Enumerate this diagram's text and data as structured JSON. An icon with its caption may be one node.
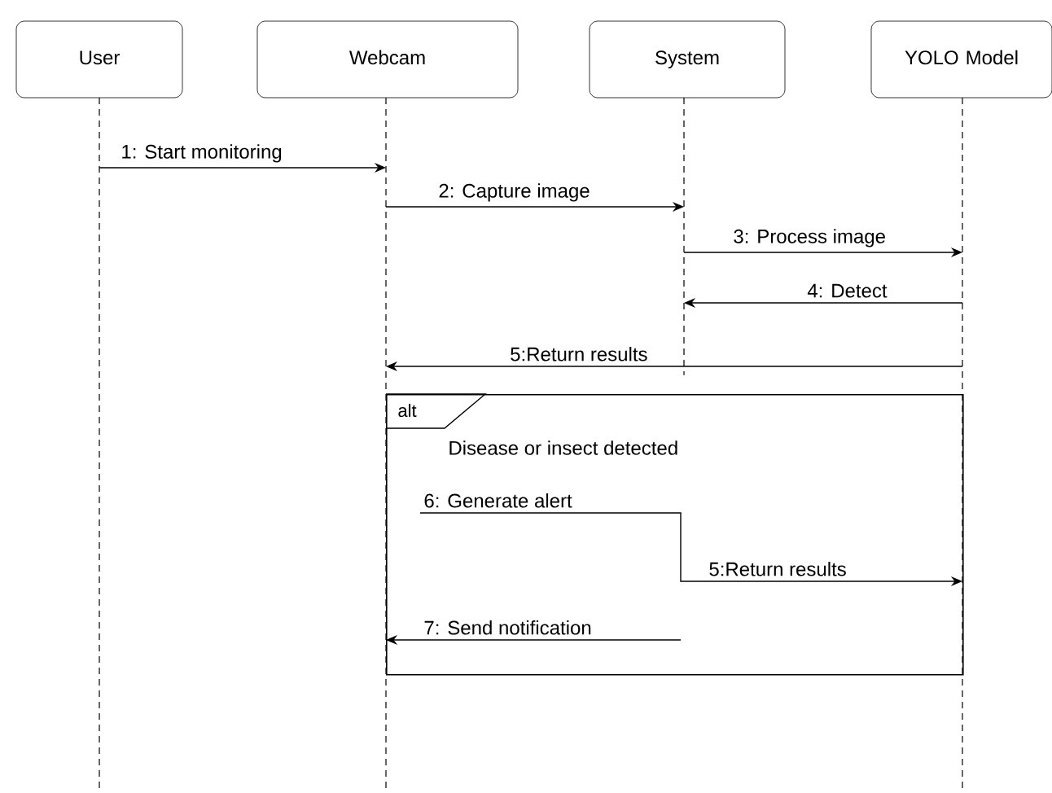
{
  "diagram": {
    "nodes": [
      {
        "text": [
          "User"
        ]
      },
      {
        "text": [
          "Webcam"
        ]
      },
      {
        "text": [
          "System"
        ]
      },
      {
        "text": [
          "YOLO Model"
        ]
      },
      {
        "text": [],
        "shape": "line"
      },
      {
        "text": [],
        "shape": "line"
      },
      {
        "text": [],
        "shape": "line"
      },
      {
        "text": [],
        "shape": "line"
      },
      {
        "text": [
          "alt",
          "Disease or insect detected"
        ]
      }
    ],
    "edges": [
      {
        "from": 4,
        "to": 5,
        "arrow": "to",
        "label": "1: Start monitoring"
      },
      {
        "from": 5,
        "to": 6,
        "arrow": "to",
        "label": "2: Capture image"
      },
      {
        "from": 6,
        "to": 7,
        "arrow": "to",
        "label": "3: Process image"
      },
      {
        "from": 7,
        "to": 6,
        "arrow": "to",
        "label": "4: Detect"
      },
      {
        "from": 7,
        "to": 5,
        "arrow": "to",
        "label": "5:Return results"
      },
      {
        "from": 8,
        "to": 7,
        "arrow": "to",
        "label": "6: Generate alert"
      },
      {
        "from": 8,
        "to": 5,
        "arrow": "to",
        "label": "7: Send notification"
      }
    ],
    "labels": [
      "5:Return results"
    ]
  }
}
